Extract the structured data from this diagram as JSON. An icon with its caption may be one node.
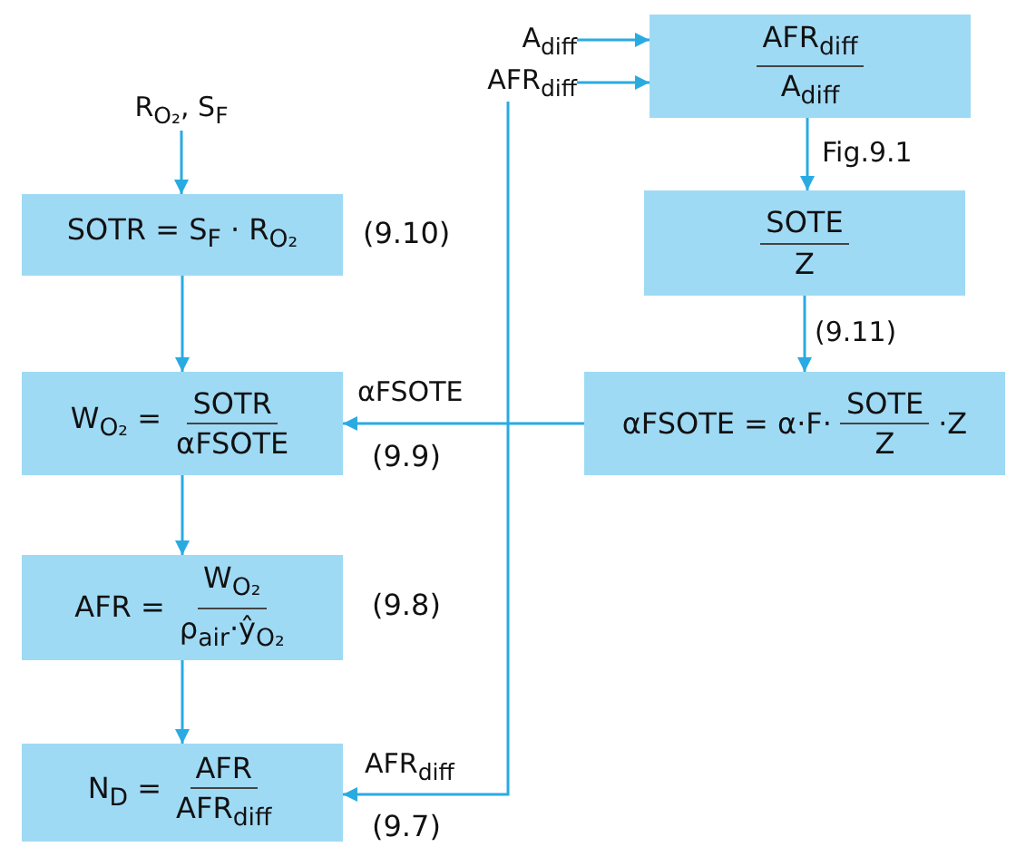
{
  "diagram": {
    "nodes": [
      {
        "text": [
          "R$_{O₂}$, S$_{F}$"
        ]
      },
      {
        "text": [
          "A$_{diff}$"
        ]
      },
      {
        "text": [
          "AFR$_{diff}$"
        ]
      },
      {
        "text": [
          "AFR$_{diff}$",
          "A$_{diff}$"
        ]
      },
      {
        "text": [
          "SOTR = S$_{F}$ · R$_{O₂}$"
        ],
        "beside": [
          "(9.10)"
        ]
      },
      {
        "text": [
          "SOTE",
          "Z"
        ]
      },
      {
        "text": [
          "W$_{O₂}$ =",
          "SOTR",
          "αFSOTE"
        ],
        "beside": [
          "(9.9)"
        ]
      },
      {
        "text": [
          "αFSOTE = α·F·",
          "SOTE",
          "Z",
          "·Z"
        ]
      },
      {
        "text": [
          "AFR =",
          "W$_{O₂}$",
          "ρ$_{air}$·ŷ$_{O₂}$"
        ],
        "beside": [
          "(9.8)"
        ]
      },
      {
        "text": [
          "N$_{D}$ =",
          "AFR",
          "AFR$_{diff}$"
        ],
        "beside": [
          "(9.7)"
        ]
      }
    ],
    "edges": [
      {
        "from": 0,
        "to": 4,
        "arrow": "to"
      },
      {
        "from": 1,
        "to": 3,
        "arrow": "to"
      },
      {
        "from": 2,
        "to": 3,
        "arrow": "to"
      },
      {
        "from": 3,
        "to": 5,
        "arrow": "to",
        "label": "Fig.9.1"
      },
      {
        "from": 4,
        "to": 6,
        "arrow": "to"
      },
      {
        "from": 5,
        "to": 7,
        "arrow": "to",
        "label": "(9.11)"
      },
      {
        "from": 7,
        "to": 6,
        "arrow": "to",
        "label": "αFSOTE"
      },
      {
        "from": 6,
        "to": 8,
        "arrow": "to"
      },
      {
        "from": 8,
        "to": 9,
        "arrow": "to"
      },
      {
        "from": 2,
        "to": 9,
        "arrow": "to",
        "label": "AFR$_{diff}$"
      }
    ]
  }
}
